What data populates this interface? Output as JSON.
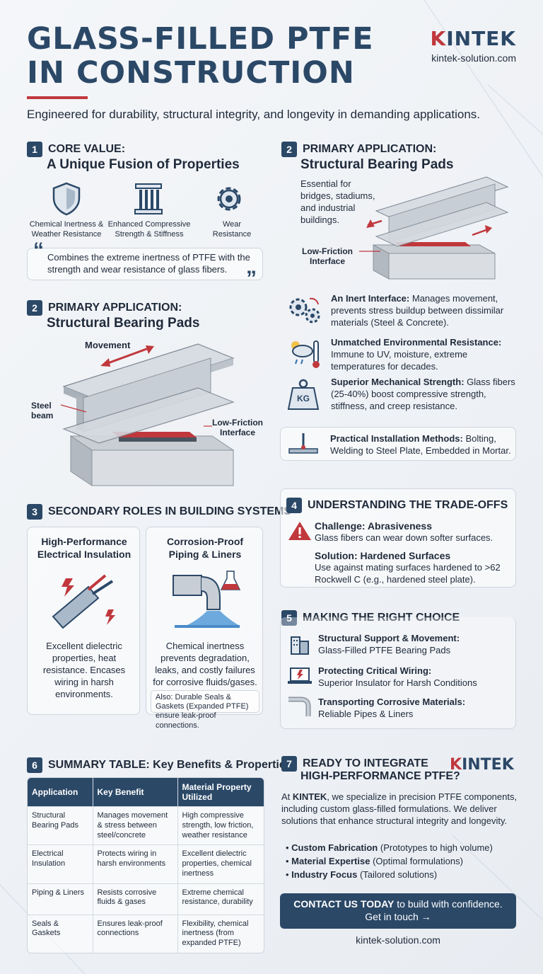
{
  "header": {
    "title_line1": "GLASS-FILLED PTFE",
    "title_line2": "IN CONSTRUCTION",
    "brand": "KINTEK",
    "brand_url": "kintek-solution.com",
    "tagline": "Engineered for durability, structural integrity, and longevity in demanding applications."
  },
  "core": {
    "num": "1",
    "title": "CORE VALUE:",
    "subtitle": "A Unique Fusion of Properties",
    "icons": [
      {
        "label": "Chemical Inertness & Weather Resistance",
        "icon": "shield-icon"
      },
      {
        "label": "Enhanced Compressive Strength & Stiffness",
        "icon": "pillar-icon"
      },
      {
        "label": "Wear Resistance",
        "icon": "gear-icon"
      }
    ],
    "quote": "Combines the extreme inertness of PTFE with the strength and wear resistance of glass fibers."
  },
  "primary_left": {
    "num": "2",
    "title": "PRIMARY APPLICATION:",
    "subtitle": "Structural Bearing Pads",
    "label_movement": "Movement",
    "label_steel": "Steel beam",
    "label_interface": "Low-Friction Interface"
  },
  "primary_right": {
    "num": "2",
    "title": "PRIMARY APPLICATION:",
    "subtitle": "Structural Bearing Pads",
    "desc": "Essential for bridges, stadiums, and industrial buildings.",
    "label_interface": "Low-Friction Interface",
    "features": [
      {
        "title": "An Inert Interface:",
        "text": "Manages movement, prevents stress buildup between dissimilar materials (Steel & Concrete).",
        "icon": "gears-icon"
      },
      {
        "title": "Unmatched Environmental Resistance:",
        "text": "Immune to UV, moisture, extreme temperatures for decades.",
        "icon": "weather-thermometer-icon"
      },
      {
        "title": "Superior Mechanical Strength:",
        "text": "Glass fibers (25-40%) boost compressive strength, stiffness, and creep resistance.",
        "icon": "weight-icon"
      }
    ],
    "weight_label": "KG",
    "install_title": "Practical Installation Methods:",
    "install_text": "Bolting, Welding to Steel Plate, Embedded in Mortar."
  },
  "secondary": {
    "num": "3",
    "title": "SECONDARY ROLES IN BUILDING SYSTEMS",
    "cards": [
      {
        "title": "High-Performance Electrical Insulation",
        "text": "Excellent dielectric properties, heat resistance. Encases wiring in harsh environments."
      },
      {
        "title": "Corrosion-Proof Piping & Liners",
        "text": "Chemical inertness prevents degradation, leaks, and costly failures for corrosive fluids/gases."
      }
    ],
    "also": "Also: Durable Seals & Gaskets (Expanded PTFE) ensure leak-proof connections."
  },
  "tradeoffs": {
    "num": "4",
    "title": "UNDERSTANDING THE TRADE-OFFS",
    "challenge_title": "Challenge: Abrasiveness",
    "challenge_text": "Glass fibers can wear down softer surfaces.",
    "solution_title": "Solution: Hardened Surfaces",
    "solution_text": "Use against mating surfaces hardened to >62 Rockwell C (e.g., hardened steel plate)."
  },
  "choice": {
    "num": "5",
    "title": "MAKING THE RIGHT CHOICE",
    "items": [
      {
        "title": "Structural Support & Movement:",
        "text": "Glass-Filled PTFE Bearing Pads",
        "icon": "building-icon"
      },
      {
        "title": "Protecting Critical Wiring:",
        "text": "Superior Insulator for Harsh Conditions",
        "icon": "laptop-bolt-icon"
      },
      {
        "title": "Transporting Corrosive Materials:",
        "text": "Reliable Pipes & Liners",
        "icon": "pipe-icon"
      }
    ]
  },
  "summary": {
    "num": "6",
    "title": "SUMMARY TABLE: Key Benefits & Properties",
    "headers": [
      "Application",
      "Key Benefit",
      "Material Property Utilized"
    ],
    "rows": [
      [
        "Structural Bearing Pads",
        "Manages movement & stress between steel/concrete",
        "High compressive strength, low friction, weather resistance"
      ],
      [
        "Electrical Insulation",
        "Protects wiring in harsh environments",
        "Excellent dielectric properties, chemical inertness"
      ],
      [
        "Piping & Liners",
        "Resists corrosive fluids & gases",
        "Extreme chemical resistance, durability"
      ],
      [
        "Seals & Gaskets",
        "Ensures leak-proof connections",
        "Flexibility, chemical inertness (from expanded PTFE)"
      ]
    ]
  },
  "cta_section": {
    "num": "7",
    "title_line1": "READY TO INTEGRATE",
    "title_line2": "HIGH-PERFORMANCE PTFE?",
    "brand": "KINTEK",
    "intro_prefix": "At ",
    "intro_brand": "KINTEK",
    "intro_rest": ", we specialize in precision PTFE components, including custom glass-filled formulations. We deliver solutions that enhance structural integrity and longevity.",
    "bullets": [
      {
        "bold": "Custom Fabrication",
        "rest": " (Prototypes to high volume)"
      },
      {
        "bold": "Material Expertise",
        "rest": " (Optimal formulations)"
      },
      {
        "bold": "Industry Focus",
        "rest": " (Tailored solutions)"
      }
    ],
    "button_bold": "CONTACT US TODAY",
    "button_rest": " to build with confidence.",
    "button_line2": "Get in touch →",
    "footer_url": "kintek-solution.com"
  },
  "colors": {
    "navy": "#2b4867",
    "accent_red": "#c0383d"
  }
}
